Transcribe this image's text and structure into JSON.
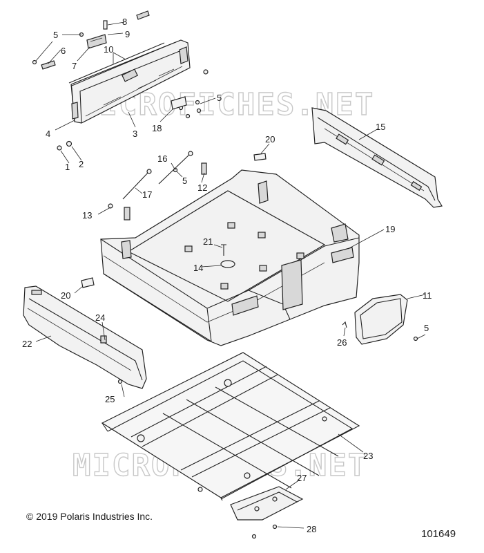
{
  "watermark": "MICROFICHES.NET",
  "copyright": "© 2019 Polaris Industries Inc.",
  "document_number": "101649",
  "callouts": {
    "c1": "1",
    "c2": "2",
    "c3": "3",
    "c4": "4",
    "c5a": "5",
    "c5b": "5",
    "c5c": "5",
    "c5d": "5",
    "c6": "6",
    "c7": "7",
    "c8": "8",
    "c9": "9",
    "c10": "10",
    "c11": "11",
    "c12": "12",
    "c13": "13",
    "c14": "14",
    "c15": "15",
    "c16": "16",
    "c17": "17",
    "c18": "18",
    "c19": "19",
    "c20a": "20",
    "c20b": "20",
    "c21": "21",
    "c22": "22",
    "c23": "23",
    "c24": "24",
    "c25": "25",
    "c26": "26",
    "c27": "27",
    "c28": "28"
  }
}
